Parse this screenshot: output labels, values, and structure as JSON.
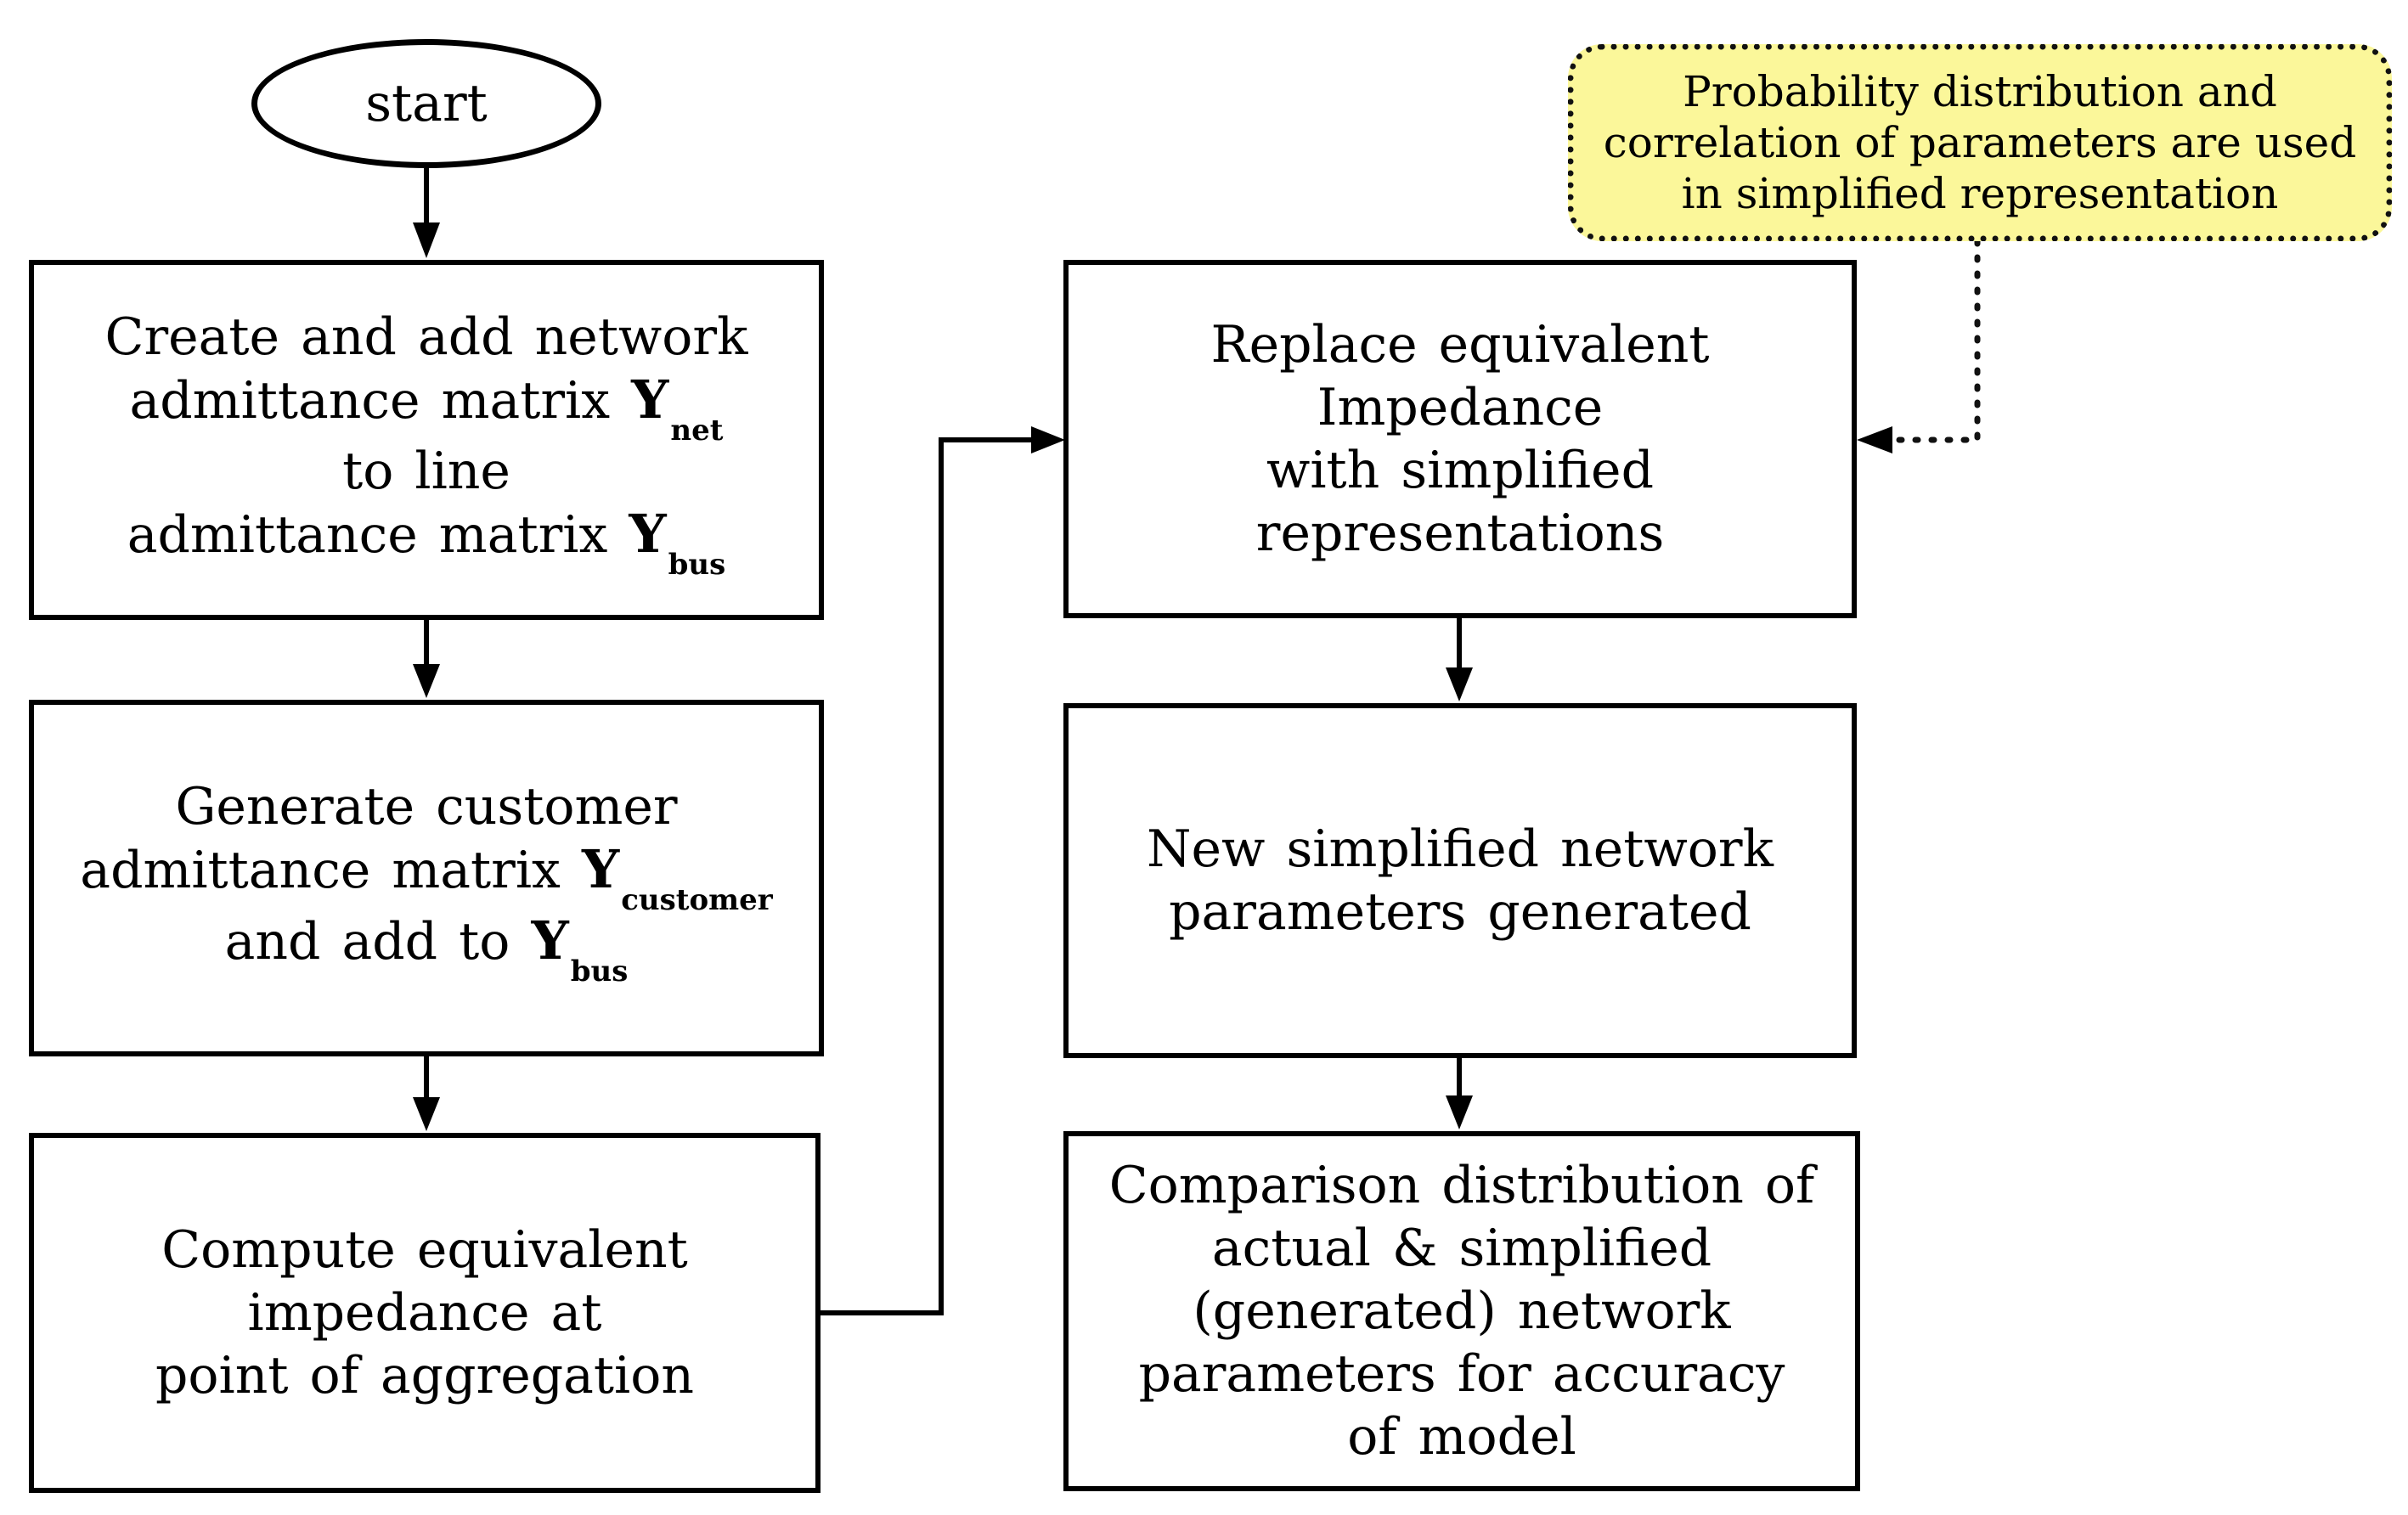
{
  "start_label": "start",
  "note": {
    "lines": [
      "Probability distribution and",
      "correlation of parameters are used",
      "in simplified representation"
    ]
  },
  "box_ynet": {
    "line1": "Create and add network",
    "line2_text": "admittance matrix",
    "line2_symbol": "Y",
    "line2_sub": "net",
    "line3": "to line",
    "line4_text": "admittance matrix",
    "line4_symbol": "Y",
    "line4_sub": "bus"
  },
  "box_ycustomer": {
    "line1": "Generate customer",
    "line2_text": "admittance matrix",
    "line2_symbol": "Y",
    "line2_sub": "customer",
    "line3_text": "and add to",
    "line3_symbol": "Y",
    "line3_sub": "bus"
  },
  "box_compute": {
    "lines": [
      "Compute equivalent",
      "impedance at",
      "point of aggregation"
    ]
  },
  "box_replace": {
    "lines": [
      "Replace equivalent",
      "Impedance",
      "with simplified",
      "representations"
    ]
  },
  "box_new": {
    "lines": [
      "New simplified network",
      "parameters generated"
    ]
  },
  "box_compare": {
    "lines": [
      "Comparison distribution of",
      "actual & simplified",
      "(generated) network",
      "parameters for accuracy",
      "of model"
    ]
  }
}
